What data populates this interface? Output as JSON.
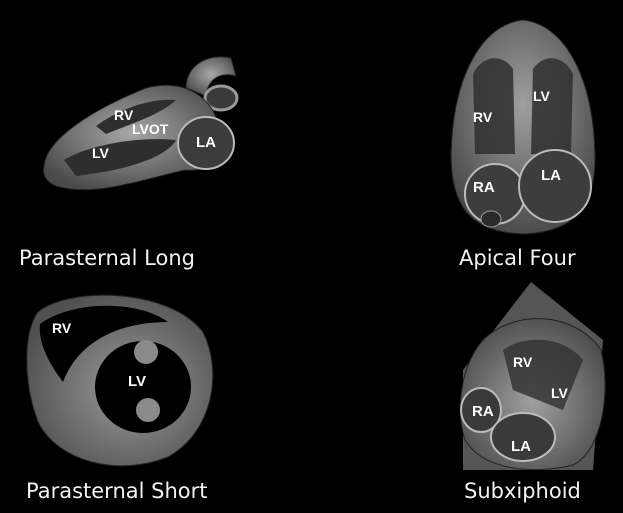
{
  "views": [
    {
      "id": "parasternal-long",
      "caption": "Parasternal Long",
      "labels": {
        "rv": "RV",
        "lvot": "LVOT",
        "lv": "LV",
        "la": "LA"
      }
    },
    {
      "id": "apical-four",
      "caption": "Apical Four",
      "labels": {
        "rv": "RV",
        "lv": "LV",
        "ra": "RA",
        "la": "LA"
      }
    },
    {
      "id": "parasternal-short",
      "caption": "Parasternal Short",
      "labels": {
        "rv": "RV",
        "lv": "LV"
      }
    },
    {
      "id": "subxiphoid",
      "caption": "Subxiphoid",
      "labels": {
        "rv": "RV",
        "lv": "LV",
        "ra": "RA",
        "la": "LA"
      }
    }
  ],
  "colors": {
    "background": "#000000",
    "tissue": "#8a8a8a",
    "cavity": "#2a2a2a",
    "label": "#ffffff"
  }
}
